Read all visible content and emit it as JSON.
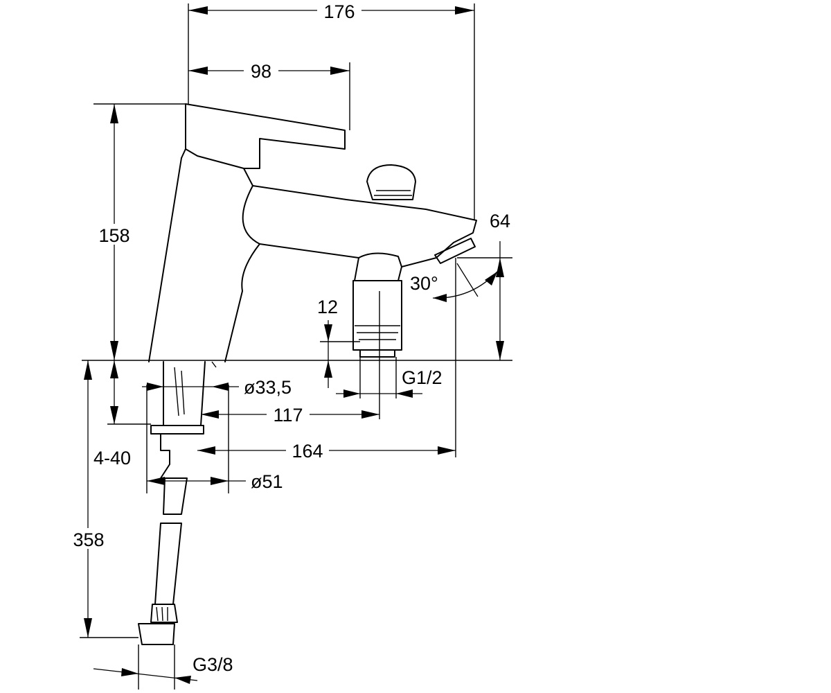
{
  "dimensions": {
    "overall_width": "176",
    "lever_length": "98",
    "height": "158",
    "spout_reach_label": "64",
    "spout_angle": "30°",
    "diverter_dim": "12",
    "base_diameter": "ø33,5",
    "outlet_thread": "G1/2",
    "outlet_offset": "117",
    "spout_offset": "164",
    "deck_thickness": "4-40",
    "flange_diameter": "ø51",
    "hose_length": "358",
    "hose_thread": "G3/8"
  }
}
